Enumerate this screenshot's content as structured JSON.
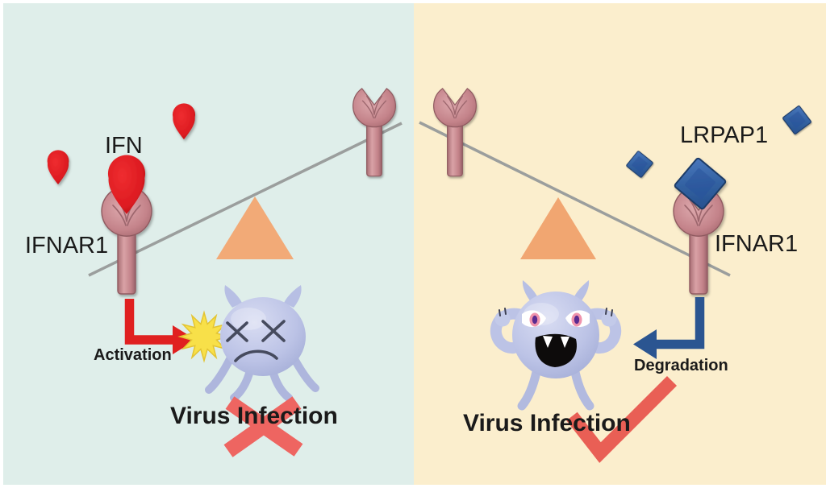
{
  "figure": {
    "title": "IFNAR1 seesaw mechanism diagram",
    "description": "Two-panel balance diagram comparing IFN activation of IFNAR1 (virus blocked) versus LRPAP1-induced IFNAR1 degradation (virus infection proceeds)"
  },
  "left_panel": {
    "ifn_label": "IFN",
    "receptor_label": "IFNAR1",
    "arrow_label": "Activation",
    "outcome_label": "Virus Infection",
    "outcome_mark": "red-cross (infection blocked)",
    "ligand_icon": "red-droplet",
    "virus_icon": "sick-virus (x-eyes, frowning)",
    "seesaw": "receptor side down, empty side up"
  },
  "right_panel": {
    "lrpap1_label": "LRPAP1",
    "receptor_label": "IFNAR1",
    "arrow_label": "Degradation",
    "outcome_label": "Virus Infection",
    "outcome_mark": "red-checkmark (infection proceeds)",
    "ligand_icon": "blue-diamond",
    "virus_icon": "strong-virus (flexing, fangs)",
    "seesaw": "receptor side down, empty side up (mirrored)"
  },
  "colors": {
    "left_background": "#dfeeea",
    "right_background": "#fbeecd",
    "frame_white": "#ffffff",
    "receptor_pink": "#c9858b",
    "receptor_outline": "#8f5a60",
    "ifn_red": "#df1f23",
    "lrpap1_blue": "#3566ad",
    "activation_arrow_red": "#e02020",
    "degradation_arrow_blue": "#2b5591",
    "fulcrum_orange": "#f2aa77",
    "seesaw_gray": "#9b9e9d",
    "virus_lavender": "#b6bde2",
    "starburst_yellow": "#f8e049",
    "cross_red": "#ee6561",
    "check_red": "#e95f55",
    "text": "#1a1a1a"
  }
}
